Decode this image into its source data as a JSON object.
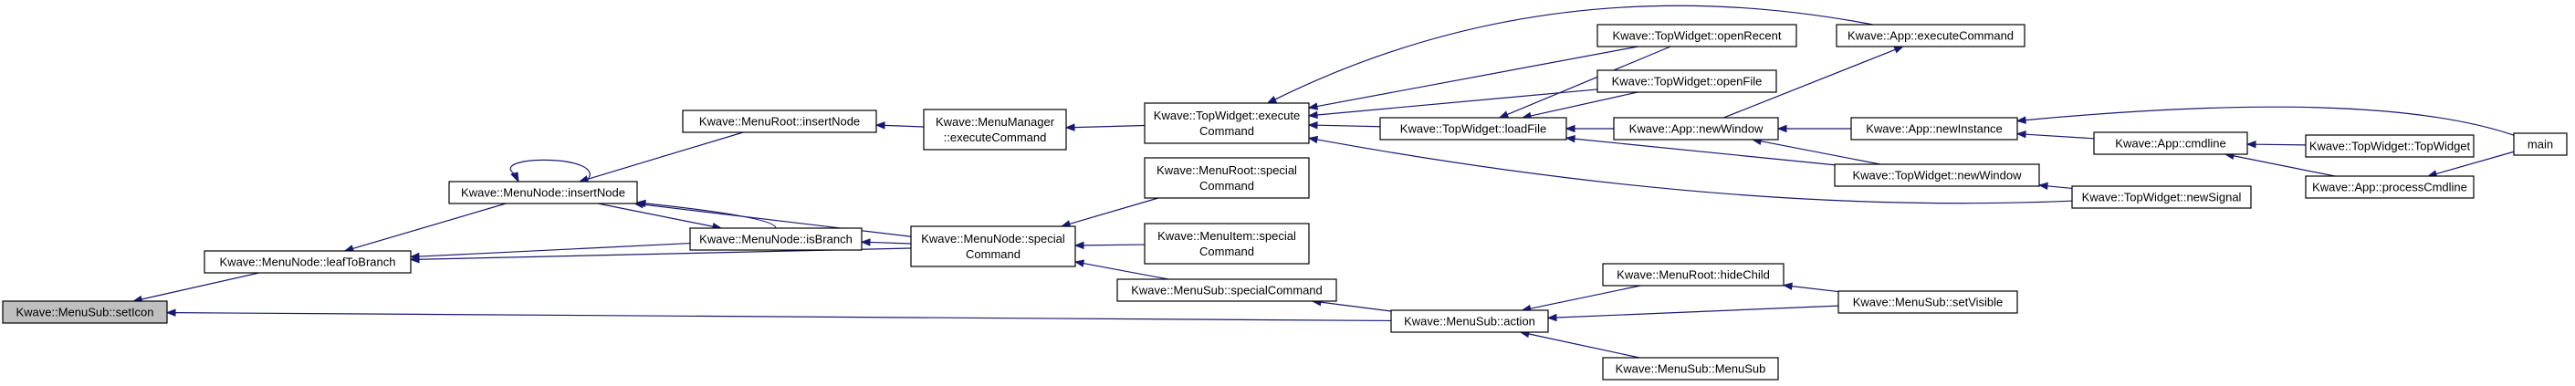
{
  "nodes": [
    {
      "id": "setIcon",
      "lines": [
        "Kwave::MenuSub::setIcon"
      ],
      "root": true
    },
    {
      "id": "leafToBranch",
      "lines": [
        "Kwave::MenuNode::leafToBranch"
      ]
    },
    {
      "id": "insertNode",
      "lines": [
        "Kwave::MenuNode::insertNode"
      ]
    },
    {
      "id": "isBranch",
      "lines": [
        "Kwave::MenuNode::isBranch"
      ]
    },
    {
      "id": "nodeSpecial",
      "lines": [
        "Kwave::MenuNode::special",
        "Command"
      ]
    },
    {
      "id": "rootInsertNode",
      "lines": [
        "Kwave::MenuRoot::insertNode"
      ]
    },
    {
      "id": "mgrExec",
      "lines": [
        "Kwave::MenuManager",
        "::executeCommand"
      ]
    },
    {
      "id": "twExec",
      "lines": [
        "Kwave::TopWidget::execute",
        "Command"
      ]
    },
    {
      "id": "rootSpecial",
      "lines": [
        "Kwave::MenuRoot::special",
        "Command"
      ]
    },
    {
      "id": "itemSpecial",
      "lines": [
        "Kwave::MenuItem::special",
        "Command"
      ]
    },
    {
      "id": "subSpecial",
      "lines": [
        "Kwave::MenuSub::specialCommand"
      ]
    },
    {
      "id": "subAction",
      "lines": [
        "Kwave::MenuSub::action"
      ]
    },
    {
      "id": "twOpenRecent",
      "lines": [
        "Kwave::TopWidget::openRecent"
      ]
    },
    {
      "id": "twOpenFile",
      "lines": [
        "Kwave::TopWidget::openFile"
      ]
    },
    {
      "id": "twLoadFile",
      "lines": [
        "Kwave::TopWidget::loadFile"
      ]
    },
    {
      "id": "appExec",
      "lines": [
        "Kwave::App::executeCommand"
      ]
    },
    {
      "id": "appNewWindow",
      "lines": [
        "Kwave::App::newWindow"
      ]
    },
    {
      "id": "twNewWindow",
      "lines": [
        "Kwave::TopWidget::newWindow"
      ]
    },
    {
      "id": "twNewSignal",
      "lines": [
        "Kwave::TopWidget::newSignal"
      ]
    },
    {
      "id": "appNewInstance",
      "lines": [
        "Kwave::App::newInstance"
      ]
    },
    {
      "id": "appCmdline",
      "lines": [
        "Kwave::App::cmdline"
      ]
    },
    {
      "id": "twTopWidget",
      "lines": [
        "Kwave::TopWidget::TopWidget"
      ]
    },
    {
      "id": "appProcCmdline",
      "lines": [
        "Kwave::App::processCmdline"
      ]
    },
    {
      "id": "main",
      "lines": [
        "main"
      ]
    },
    {
      "id": "rootHideChild",
      "lines": [
        "Kwave::MenuRoot::hideChild"
      ]
    },
    {
      "id": "subSetVisible",
      "lines": [
        "Kwave::MenuSub::setVisible"
      ]
    },
    {
      "id": "subMenuSub",
      "lines": [
        "Kwave::MenuSub::MenuSub"
      ]
    }
  ]
}
